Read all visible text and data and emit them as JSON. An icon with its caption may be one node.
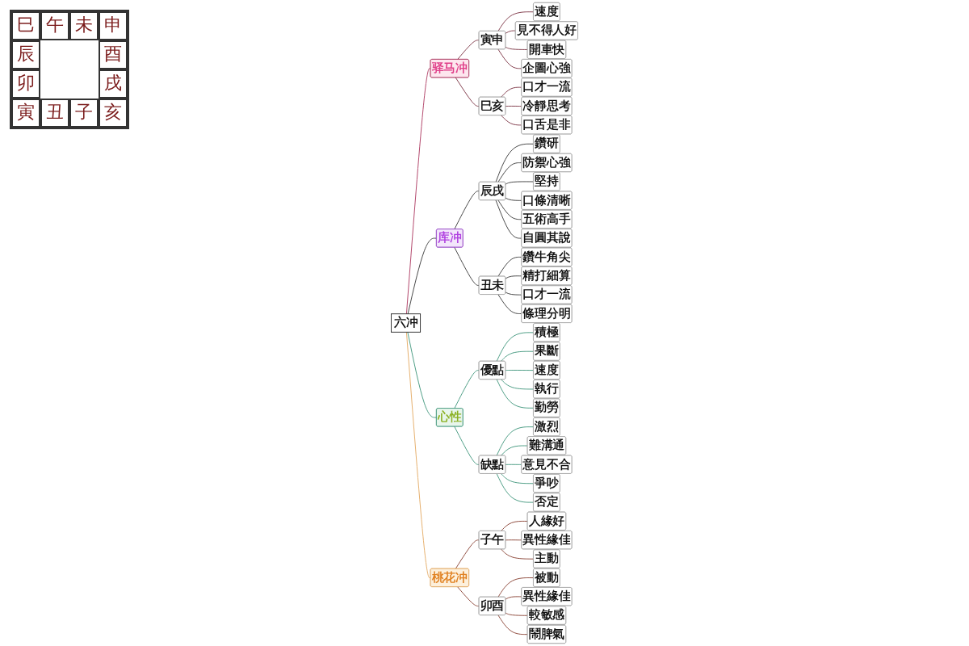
{
  "diagram": {
    "nodes": [
      {
        "text": [
          "六冲"
        ]
      },
      {
        "text": [
          "驿马冲"
        ]
      },
      {
        "text": [
          "寅申"
        ]
      },
      {
        "text": [
          "速度"
        ]
      },
      {
        "text": [
          "見不得人好"
        ]
      },
      {
        "text": [
          "開車快"
        ]
      },
      {
        "text": [
          "企圖心強"
        ]
      },
      {
        "text": [
          "巳亥"
        ]
      },
      {
        "text": [
          "口才一流"
        ]
      },
      {
        "text": [
          "冷靜思考"
        ]
      },
      {
        "text": [
          "口舌是非"
        ]
      },
      {
        "text": [
          "库冲"
        ]
      },
      {
        "text": [
          "辰戌"
        ]
      },
      {
        "text": [
          "鑽研"
        ]
      },
      {
        "text": [
          "防禦心強"
        ]
      },
      {
        "text": [
          "堅持"
        ]
      },
      {
        "text": [
          "口條清晰"
        ]
      },
      {
        "text": [
          "五術高手"
        ]
      },
      {
        "text": [
          "自圓其說"
        ]
      },
      {
        "text": [
          "丑未"
        ]
      },
      {
        "text": [
          "鑽牛角尖"
        ]
      },
      {
        "text": [
          "精打細算"
        ]
      },
      {
        "text": [
          "口才一流"
        ]
      },
      {
        "text": [
          "條理分明"
        ]
      },
      {
        "text": [
          "心性"
        ]
      },
      {
        "text": [
          "優點"
        ]
      },
      {
        "text": [
          "積極"
        ]
      },
      {
        "text": [
          "果斷"
        ]
      },
      {
        "text": [
          "速度"
        ]
      },
      {
        "text": [
          "執行"
        ]
      },
      {
        "text": [
          "勤勞"
        ]
      },
      {
        "text": [
          "缺點"
        ]
      },
      {
        "text": [
          "激烈"
        ]
      },
      {
        "text": [
          "難溝通"
        ]
      },
      {
        "text": [
          "意見不合"
        ]
      },
      {
        "text": [
          "爭吵"
        ]
      },
      {
        "text": [
          "否定"
        ]
      },
      {
        "text": [
          "桃花冲"
        ]
      },
      {
        "text": [
          "子午"
        ]
      },
      {
        "text": [
          "人緣好"
        ]
      },
      {
        "text": [
          "異性緣佳"
        ]
      },
      {
        "text": [
          "主動"
        ]
      },
      {
        "text": [
          "卯酉"
        ]
      },
      {
        "text": [
          "被動"
        ]
      },
      {
        "text": [
          "異性緣佳"
        ]
      },
      {
        "text": [
          "較敏感"
        ]
      },
      {
        "text": [
          "鬧脾氣"
        ]
      }
    ],
    "edges": [
      {
        "from": 0,
        "to": 1,
        "arrow": "none",
        "color": "#a3224e"
      },
      {
        "from": 1,
        "to": 2,
        "arrow": "none",
        "color": "#6b1a2c"
      },
      {
        "from": 2,
        "to": 3,
        "arrow": "none",
        "color": "#6b1a2c"
      },
      {
        "from": 2,
        "to": 4,
        "arrow": "none",
        "color": "#6b1a2c"
      },
      {
        "from": 2,
        "to": 5,
        "arrow": "none",
        "color": "#6b1a2c"
      },
      {
        "from": 2,
        "to": 6,
        "arrow": "none",
        "color": "#6b1a2c"
      },
      {
        "from": 1,
        "to": 7,
        "arrow": "none",
        "color": "#6b1a2c"
      },
      {
        "from": 7,
        "to": 8,
        "arrow": "none",
        "color": "#6b1a2c"
      },
      {
        "from": 7,
        "to": 9,
        "arrow": "none",
        "color": "#6b1a2c"
      },
      {
        "from": 7,
        "to": 10,
        "arrow": "none",
        "color": "#6b1a2c"
      },
      {
        "from": 0,
        "to": 11,
        "arrow": "none",
        "color": "#222222"
      },
      {
        "from": 11,
        "to": 12,
        "arrow": "none",
        "color": "#222222"
      },
      {
        "from": 12,
        "to": 13,
        "arrow": "none",
        "color": "#222222"
      },
      {
        "from": 12,
        "to": 14,
        "arrow": "none",
        "color": "#222222"
      },
      {
        "from": 12,
        "to": 15,
        "arrow": "none",
        "color": "#222222"
      },
      {
        "from": 12,
        "to": 16,
        "arrow": "none",
        "color": "#222222"
      },
      {
        "from": 12,
        "to": 17,
        "arrow": "none",
        "color": "#222222"
      },
      {
        "from": 12,
        "to": 18,
        "arrow": "none",
        "color": "#222222"
      },
      {
        "from": 11,
        "to": 19,
        "arrow": "none",
        "color": "#222222"
      },
      {
        "from": 19,
        "to": 20,
        "arrow": "none",
        "color": "#222222"
      },
      {
        "from": 19,
        "to": 21,
        "arrow": "none",
        "color": "#222222"
      },
      {
        "from": 19,
        "to": 22,
        "arrow": "none",
        "color": "#222222"
      },
      {
        "from": 19,
        "to": 23,
        "arrow": "none",
        "color": "#222222"
      },
      {
        "from": 0,
        "to": 24,
        "arrow": "none",
        "color": "#2a8a6c"
      },
      {
        "from": 24,
        "to": 25,
        "arrow": "none",
        "color": "#2a8a6c"
      },
      {
        "from": 25,
        "to": 26,
        "arrow": "none",
        "color": "#2a8a6c"
      },
      {
        "from": 25,
        "to": 27,
        "arrow": "none",
        "color": "#2a8a6c"
      },
      {
        "from": 25,
        "to": 28,
        "arrow": "none",
        "color": "#2a8a6c"
      },
      {
        "from": 25,
        "to": 29,
        "arrow": "none",
        "color": "#2a8a6c"
      },
      {
        "from": 25,
        "to": 30,
        "arrow": "none",
        "color": "#2a8a6c"
      },
      {
        "from": 24,
        "to": 31,
        "arrow": "none",
        "color": "#2a8a6c"
      },
      {
        "from": 31,
        "to": 32,
        "arrow": "none",
        "color": "#2a8a6c"
      },
      {
        "from": 31,
        "to": 33,
        "arrow": "none",
        "color": "#2a8a6c"
      },
      {
        "from": 31,
        "to": 34,
        "arrow": "none",
        "color": "#2a8a6c"
      },
      {
        "from": 31,
        "to": 35,
        "arrow": "none",
        "color": "#2a8a6c"
      },
      {
        "from": 31,
        "to": 36,
        "arrow": "none",
        "color": "#2a8a6c"
      },
      {
        "from": 0,
        "to": 37,
        "arrow": "none",
        "color": "#e0a050"
      },
      {
        "from": 37,
        "to": 38,
        "arrow": "none",
        "color": "#7a2a1a"
      },
      {
        "from": 38,
        "to": 39,
        "arrow": "none",
        "color": "#7a2a1a"
      },
      {
        "from": 38,
        "to": 40,
        "arrow": "none",
        "color": "#7a2a1a"
      },
      {
        "from": 38,
        "to": 41,
        "arrow": "none",
        "color": "#7a2a1a"
      },
      {
        "from": 37,
        "to": 42,
        "arrow": "none",
        "color": "#7a2a1a"
      },
      {
        "from": 42,
        "to": 43,
        "arrow": "none",
        "color": "#7a2a1a"
      },
      {
        "from": 42,
        "to": 44,
        "arrow": "none",
        "color": "#7a2a1a"
      },
      {
        "from": 42,
        "to": 45,
        "arrow": "none",
        "color": "#7a2a1a"
      },
      {
        "from": 42,
        "to": 46,
        "arrow": "none",
        "color": "#7a2a1a"
      }
    ],
    "labels": [
      "巳",
      "午",
      "未",
      "申",
      "辰",
      "酉",
      "卯",
      "戌",
      "寅",
      "丑",
      "子",
      "亥"
    ]
  }
}
